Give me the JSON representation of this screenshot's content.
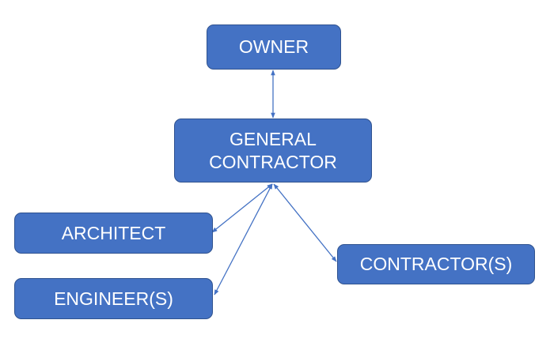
{
  "nodes": {
    "owner": "OWNER",
    "general_contractor": [
      "GENERAL",
      "CONTRACTOR"
    ],
    "architect": "ARCHITECT",
    "engineer": "ENGINEER(S)",
    "contractor": "CONTRACTOR(S)"
  },
  "colors": {
    "box_fill": "#4472c4",
    "box_border": "#2f528f",
    "arrow": "#4472c4",
    "text": "#ffffff"
  },
  "edges": [
    {
      "from": "owner",
      "to": "general_contractor",
      "type": "bidirectional"
    },
    {
      "from": "general_contractor",
      "to": "architect",
      "type": "bidirectional"
    },
    {
      "from": "general_contractor",
      "to": "engineer",
      "type": "bidirectional"
    },
    {
      "from": "general_contractor",
      "to": "contractor",
      "type": "bidirectional"
    }
  ]
}
